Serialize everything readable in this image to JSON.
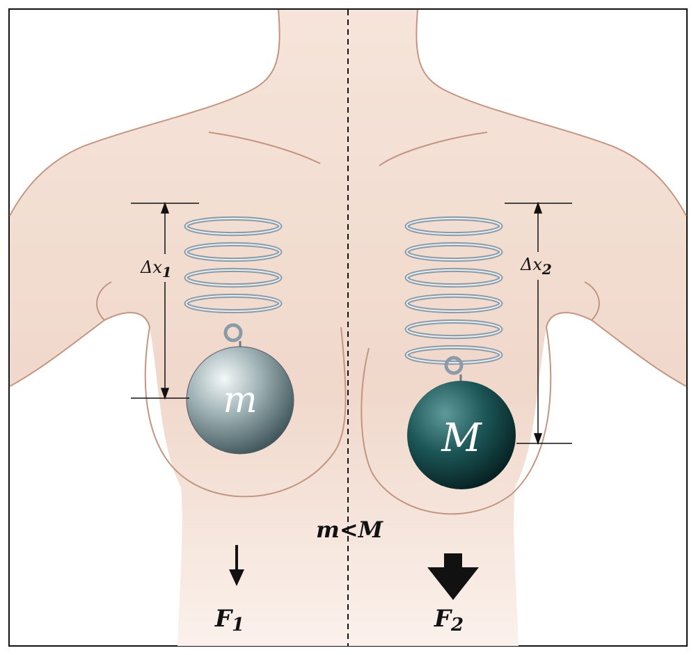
{
  "labels": {
    "delta_x1": "Δx",
    "delta_x1_sub": "1",
    "delta_x2": "Δx",
    "delta_x2_sub": "2",
    "mass_small": "m",
    "mass_large": "M",
    "comparison": "m<M",
    "force1": "F",
    "force1_sub": "1",
    "force2": "F",
    "force2_sub": "2"
  },
  "colors": {
    "skin": "#f3dfd3",
    "outline": "#c39580",
    "ball_small": "#8fa3a8",
    "ball_large": "#174a4c"
  }
}
